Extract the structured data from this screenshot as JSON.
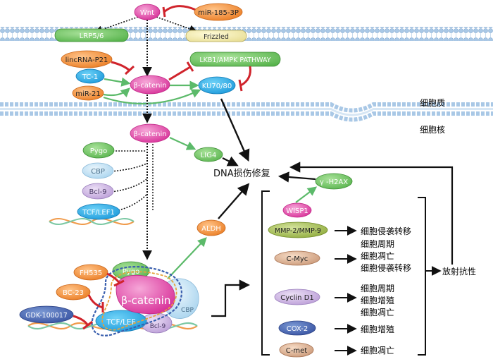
{
  "compartments": {
    "cytoplasm": "细胞质",
    "nucleus": "细胞核"
  },
  "nodes": {
    "wnt": "Wnt",
    "mir185": "miR-185-3P",
    "lrp": "LRP5/6",
    "frizzled": "Frizzled",
    "lincrna": "lincRNA-P21",
    "lkb1": "LKB1/AMPK PATHWAY",
    "tc1": "TC-1",
    "bcat1": "β-catenin",
    "ku": "KU70/80",
    "mir21": "miR-21",
    "bcat2": "β-catenin",
    "lig4": "LIG4",
    "pygo": "Pygo",
    "cbp": "CBP",
    "bcl9": "Bcl-9",
    "tcf": "TCF/LEF1",
    "dna": "DNA损伤修复",
    "h2ax": "γ -H2AX",
    "aldh": "ALDH",
    "wisp1": "WISP1",
    "mmp": "MMP-2/MMP-9",
    "cmyc": "C-Myc",
    "cyclin": "Cyclin D1",
    "cox2": "COX-2",
    "cmet": "C-met",
    "fh535": "FH535",
    "bc23": "BC-23",
    "gdk": "GDK-100017",
    "complex_pygo": "Pygo",
    "complex_bcat": "β-catenin",
    "complex_cbp": "CBP",
    "complex_tcf": "TCF/LEF",
    "complex_bcl9": "Bcl-9"
  },
  "outcomes": {
    "mmp": [
      "细胞侵袭转移"
    ],
    "cmyc": [
      "细胞周期",
      "细胞凋亡",
      "细胞侵袭转移"
    ],
    "cyclin": [
      "细胞周期",
      "细胞增殖",
      "细胞凋亡"
    ],
    "cox2": [
      "细胞增殖"
    ],
    "cmet": [
      "细胞凋亡"
    ]
  },
  "final": "放射抗性",
  "colors": {
    "pink": "#e24aa6",
    "green_arrow": "#5cba6a",
    "inhibit": "#d0242c",
    "membrane": "#9dbfe0"
  }
}
